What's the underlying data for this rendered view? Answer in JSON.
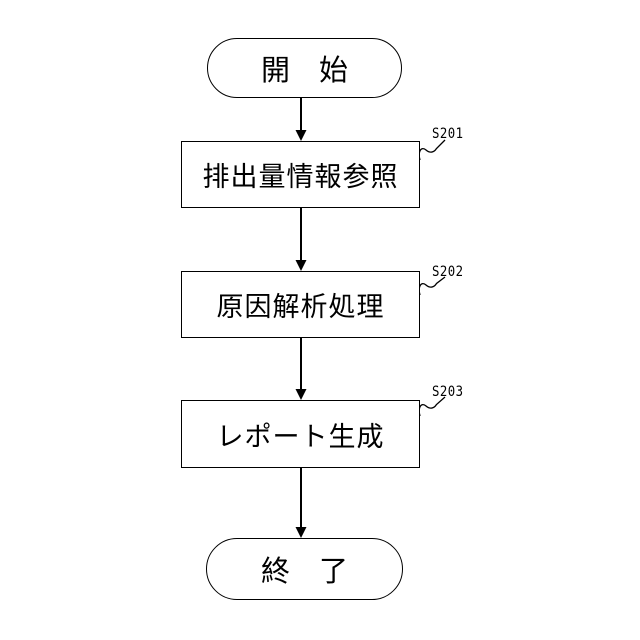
{
  "figure": {
    "type": "flowchart",
    "background_color": "#ffffff",
    "line_color": "#000000"
  },
  "nodes": {
    "start": {
      "shape": "terminator",
      "label": "開　始"
    },
    "step1": {
      "shape": "process",
      "label": "排出量情報参照",
      "ref": "S201"
    },
    "step2": {
      "shape": "process",
      "label": "原因解析処理",
      "ref": "S202"
    },
    "step3": {
      "shape": "process",
      "label": "レポート生成",
      "ref": "S203"
    },
    "end": {
      "shape": "terminator",
      "label": "終　了"
    }
  },
  "edges": [
    {
      "from": "start",
      "to": "step1"
    },
    {
      "from": "step1",
      "to": "step2"
    },
    {
      "from": "step2",
      "to": "step3"
    },
    {
      "from": "step3",
      "to": "end"
    }
  ]
}
